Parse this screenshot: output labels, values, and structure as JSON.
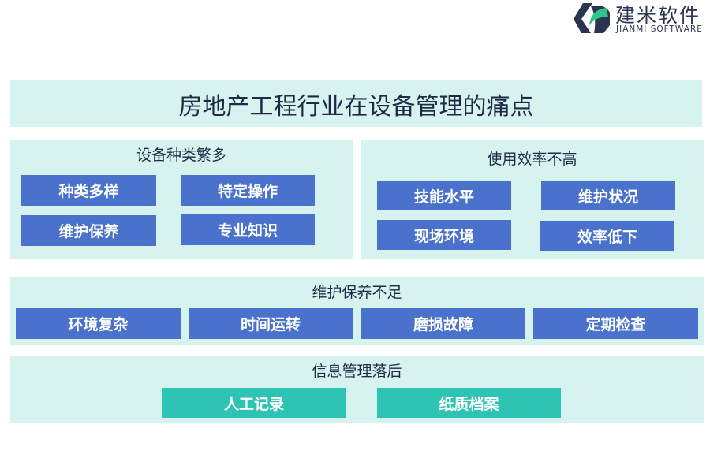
{
  "logo": {
    "cn": "建米软件",
    "en": "JIANMI SOFTWARE",
    "colors": {
      "dark": "#2c3550",
      "green": "#2ec48a"
    }
  },
  "title": "房地产工程行业在设备管理的痛点",
  "sections": [
    {
      "title": "设备种类繁多",
      "items": [
        "种类多样",
        "特定操作",
        "维护保养",
        "专业知识"
      ]
    },
    {
      "title": "使用效率不高",
      "items": [
        "技能水平",
        "维护状况",
        "现场环境",
        "效率低下"
      ]
    },
    {
      "title": "维护保养不足",
      "items": [
        "环境复杂",
        "时间运转",
        "磨损故障",
        "定期检查"
      ]
    },
    {
      "title": "信息管理落后",
      "items": [
        "人工记录",
        "纸质档案"
      ]
    }
  ],
  "colors": {
    "panel": "#d6f3ef",
    "box": "#4a72cc",
    "teal": "#2ec4b4"
  }
}
